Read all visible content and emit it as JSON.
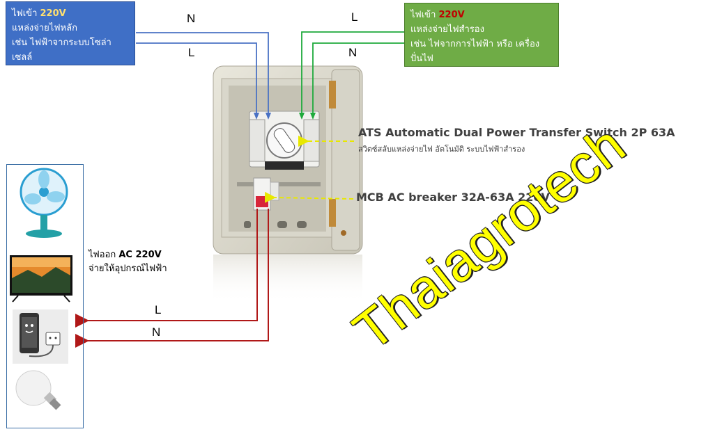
{
  "main_source": {
    "line1_prefix": "ไฟเข้า ",
    "line1_voltage": "220V",
    "line2": "แหล่งจ่ายไฟหลัก",
    "line3": "เช่น ไฟฟ้าจากระบบโซล่าเซลล์"
  },
  "backup_source": {
    "line1_prefix": "ไฟเข้า ",
    "line1_voltage": "220V",
    "line2": "แหล่งจ่ายไฟสำรอง",
    "line3": "เช่น ไฟจากการไฟฟ้า หรือ เครื่องปั่นไฟ"
  },
  "wire_labels": {
    "main_n": "N",
    "main_l": "L",
    "backup_l": "L",
    "backup_n": "N",
    "out_l": "L",
    "out_n": "N"
  },
  "ats": {
    "title": "ATS Automatic Dual Power Transfer Switch 2P 63A",
    "subtitle": "สวิตซ์สลับแหล่งจ่ายไฟ อัตโนมัติ ระบบไฟฟ้าสำรอง"
  },
  "mcb": {
    "title": "MCB AC breaker 32A-63A 220V"
  },
  "output": {
    "line1_prefix": "ไฟออก ",
    "line1_bold": "AC 220V",
    "line2": "จ่ายให้อุปกรณ์ไฟฟ้า"
  },
  "watermark": "Thaiagrotech",
  "colors": {
    "main_box": "#3f6fc6",
    "backup_box": "#6fac46",
    "main_wire": "#4a72c4",
    "backup_wire": "#1faa3c",
    "output_wire": "#b01818",
    "arrow_dash": "#e8e800"
  }
}
